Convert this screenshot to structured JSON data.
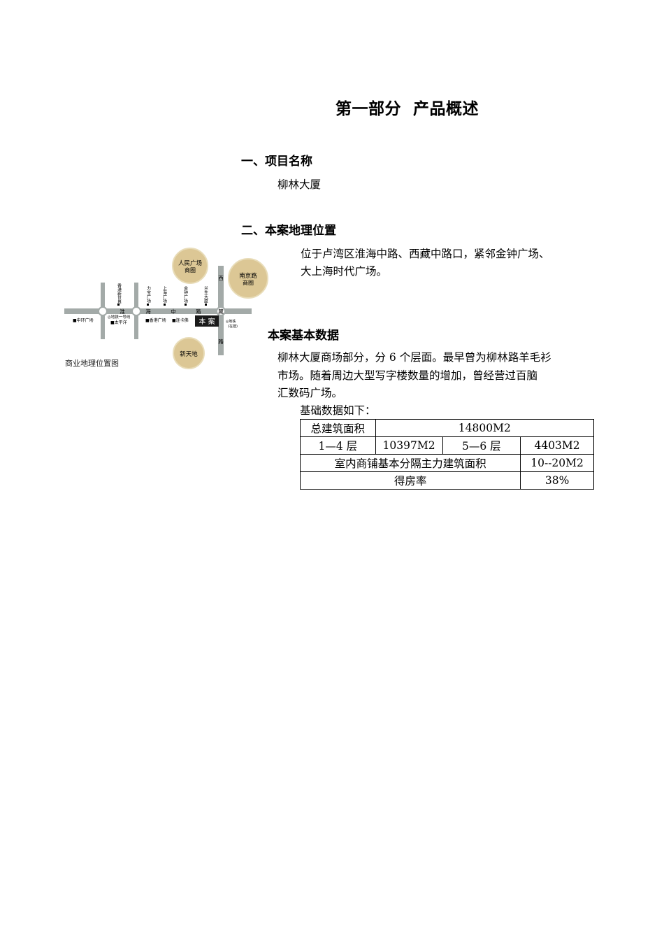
{
  "title": "第一部分  产品概述",
  "sec1": {
    "heading": "一、项目名称",
    "text": "柳林大厦"
  },
  "sec2": {
    "heading": "二、本案地理位置",
    "line1": "位于卢湾区淮海中路、西藏中路口，紧邻金钟广场、",
    "line2": "大上海时代广场。"
  },
  "map": {
    "caption": "商业地理位置图",
    "circles": {
      "people_square": [
        "人民广场",
        "商圈"
      ],
      "nanjing_road": [
        "南京路",
        "商圈"
      ],
      "xintiandi": "新天地"
    },
    "huaihai_road": [
      "淮",
      "海",
      "中",
      "路"
    ],
    "xizang_road": [
      "西",
      "藏",
      "路"
    ],
    "vertical_labels": [
      "香港新世界",
      "力宝广场",
      "上海广场",
      "金钟广场",
      "兰生大厦"
    ],
    "bottom_labels": [
      "■中环广场",
      "◎地铁一号线",
      "■太平洋",
      "■香港广场",
      "■连卡佛"
    ],
    "metro_label": [
      "◎地铁",
      "(在建)"
    ],
    "project_label": "本 案"
  },
  "sec3": {
    "heading": "本案基本数据",
    "line1": "柳林大厦商场部分，分 6 个层面。最早曾为柳林路羊毛衫",
    "line2": "市场。随着周边大型写字楼数量的增加，曾经营过百脑",
    "line3": "汇数码广场。",
    "intro": "基础数据如下："
  },
  "table": {
    "r1": [
      "总建筑面积",
      "14800M2"
    ],
    "r2": [
      "1—4 层",
      "10397M2",
      "5—6 层",
      "4403M2"
    ],
    "r3": [
      "室内商铺基本分隔主力建筑面积",
      "10--20M2"
    ],
    "r4": [
      "得房率",
      "38%"
    ]
  }
}
